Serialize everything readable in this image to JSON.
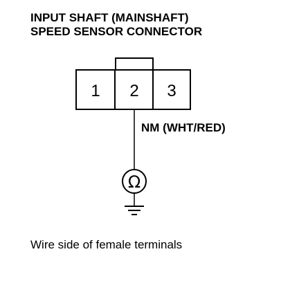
{
  "title": {
    "line1": "INPUT SHAFT (MAINSHAFT)",
    "line2": "SPEED SENSOR CONNECTOR"
  },
  "connector": {
    "terminals": [
      "1",
      "2",
      "3"
    ]
  },
  "wire": {
    "label": "NM (WHT/RED)"
  },
  "meter": {
    "symbol": "Ω",
    "icon": "ohmmeter-icon"
  },
  "ground": {
    "icon": "ground-icon"
  },
  "caption": "Wire side of female terminals"
}
